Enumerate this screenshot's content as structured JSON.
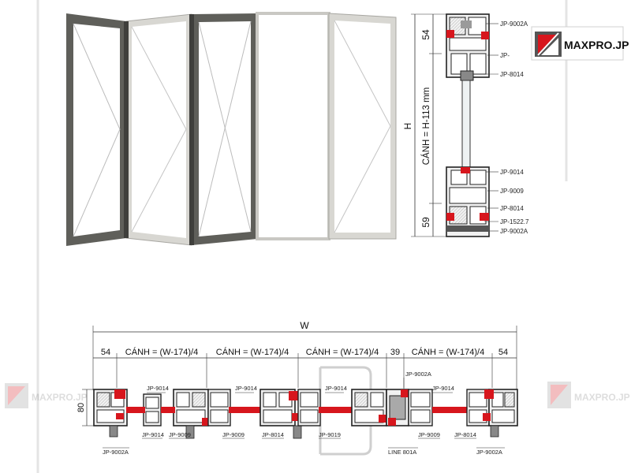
{
  "brand": {
    "logo_text": "MAXPRO.JP",
    "watermark_text": "MAXPRO.JP",
    "accent_color": "#d7161d"
  },
  "vertical_section": {
    "dim_top": "54",
    "dim_bottom": "59",
    "dim_height": "H",
    "dim_sash": "CÁNH = H-113 mm",
    "callouts": [
      "JP-9002A",
      "JP-",
      "JP-8014",
      "JP-9014",
      "JP-9009",
      "JP-8014",
      "JP-1522.7",
      "JP-9002A"
    ]
  },
  "horizontal_section": {
    "dim_total": "W",
    "dim_left": "54",
    "dim_right": "54",
    "dim_39": "39",
    "dim_80": "80",
    "sash_labels": [
      "CÁNH = (W-174)/4",
      "CÁNH = (W-174)/4",
      "CÁNH = (W-174)/4",
      "CÁNH = (W-174)/4"
    ],
    "top_callouts": [
      "JP-9014",
      "JP-9014",
      "JP-9014",
      "JP-9002A",
      "JP-9014"
    ],
    "bottom_callouts": [
      "JP-9002A",
      "JP-9014",
      "JP-9009",
      "JP-9009",
      "JP-8014",
      "JP-9019",
      "LINE 801A",
      "JP-9009",
      "JP-8014",
      "JP-9002A"
    ]
  }
}
